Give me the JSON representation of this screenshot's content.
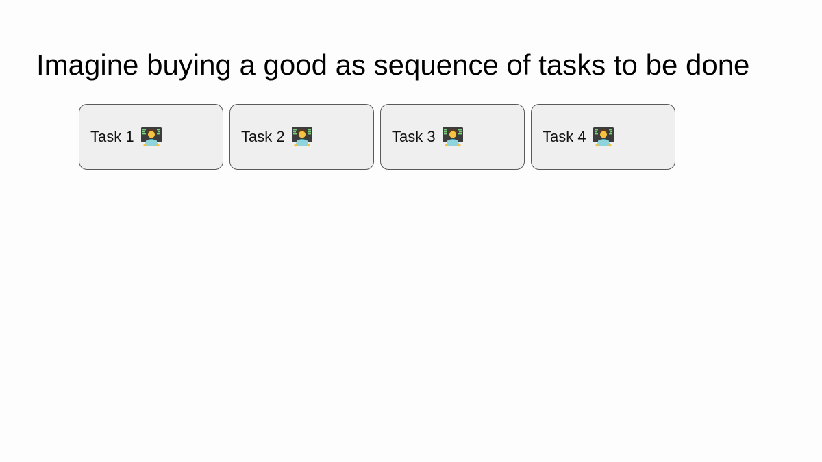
{
  "slide": {
    "title": "Imagine buying a good as sequence of tasks to be done"
  },
  "tasks": [
    {
      "label": "Task 1",
      "icon": "technologist-icon"
    },
    {
      "label": "Task 2",
      "icon": "technologist-icon"
    },
    {
      "label": "Task 3",
      "icon": "technologist-icon"
    },
    {
      "label": "Task 4",
      "icon": "technologist-icon"
    }
  ],
  "colors": {
    "background": "#fdfdfd",
    "box_fill": "#efefef",
    "box_border": "#595959",
    "screen": "#3c3c3c",
    "screen_code": "#7bd17b",
    "shirt": "#35b6c4",
    "skin": "#f5c242",
    "hair": "#5b3a1f"
  }
}
